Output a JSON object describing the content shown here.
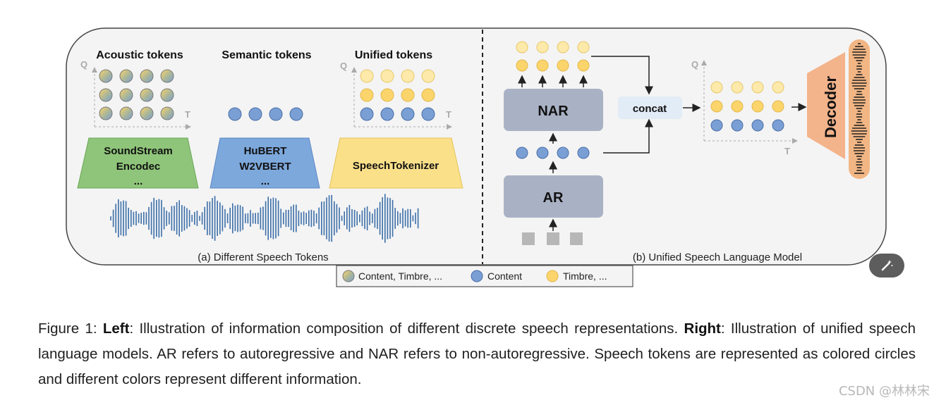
{
  "left_panel": {
    "subtitle": "(a) Different Speech Tokens",
    "groups": [
      {
        "title": "Acoustic tokens",
        "encoder_lines": [
          "SoundStream",
          "Encodec",
          "..."
        ]
      },
      {
        "title": "Semantic tokens",
        "encoder_lines": [
          "HuBERT",
          "W2VBERT",
          "..."
        ]
      },
      {
        "title": "Unified tokens",
        "encoder_lines": [
          "SpeechTokenizer"
        ]
      }
    ],
    "axis_q": "Q",
    "axis_t": "T"
  },
  "right_panel": {
    "subtitle": "(b) Unified Speech Language Model",
    "nar_label": "NAR",
    "ar_label": "AR",
    "concat_label": "concat",
    "decoder_label": "Decoder",
    "axis_q": "Q",
    "axis_t": "T"
  },
  "legend": {
    "items": [
      "Content, Timbre, ...",
      "Content",
      "Timbre, ..."
    ]
  },
  "colors": {
    "content": "#7a9fd4",
    "timbre": "#fbd56c",
    "timbre_light": "#fdeaaa",
    "acoustic": "#a9b7a0",
    "green_trapezoid": "#8fc57a",
    "blue_trapezoid": "#7da8dc",
    "yellow_trapezoid": "#fbe08a",
    "model_box": "#a9b2c5",
    "decoder": "#f3b38b"
  },
  "caption": {
    "prefix": "Figure 1: ",
    "left_bold": "Left",
    "left_text": ": Illustration of information composition of different discrete speech representations. ",
    "right_bold": "Right",
    "right_text": ": Illustration of unified speech language models. AR refers to autoregressive and NAR refers to non-autoregressive. Speech tokens are represented as colored circles and different colors represent different information."
  },
  "watermark": "CSDN @林林宋"
}
